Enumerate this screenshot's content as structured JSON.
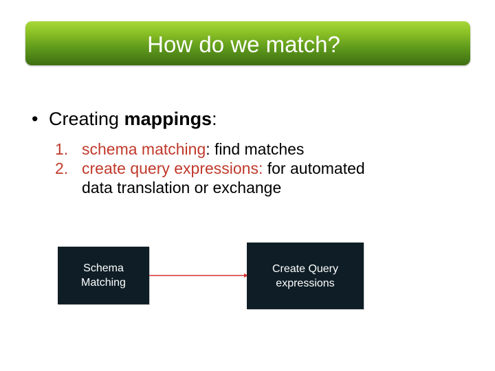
{
  "slide": {
    "title": "How do we match?",
    "bullet": {
      "marker": "•",
      "text_prefix": "Creating ",
      "text_bold": "mappings",
      "text_suffix": ":"
    },
    "list": [
      {
        "number": "1.",
        "term": "schema matching",
        "rest": ": find matches",
        "continuation": ""
      },
      {
        "number": "2.",
        "term": "create query expressions:",
        "rest": " for automated",
        "continuation": "data translation or exchange"
      }
    ],
    "diagram": {
      "left_box": {
        "line1": "Schema",
        "line2": "Matching"
      },
      "right_box": {
        "line1": "Create Query",
        "line2": "expressions"
      },
      "arrow_color": "#d93030"
    },
    "colors": {
      "title_bar": "#6ea31f",
      "title_text": "#ffffff",
      "term": "#c0392b",
      "box_fill": "#0f1e26"
    }
  }
}
